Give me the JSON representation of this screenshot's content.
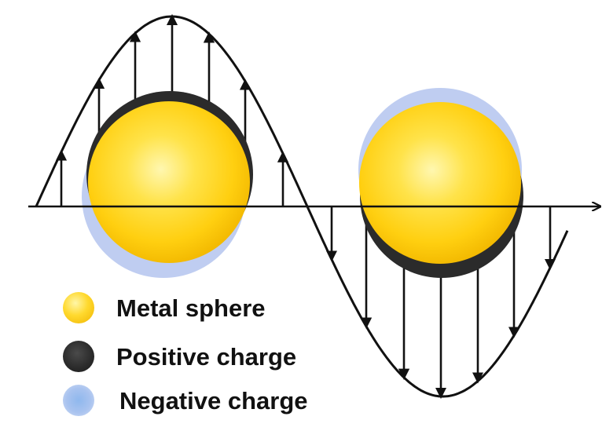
{
  "diagram": {
    "wave_color": "#111111",
    "axis_color": "#111111",
    "arrow_color": "#111111",
    "metal_color": "#ffd21a",
    "positive_charge_color": "#2b2b2b",
    "negative_charge_color": "#b4c4ee",
    "field_vectors": {
      "note_positive_half": "upward",
      "note_negative_half": "downward"
    }
  },
  "legend": {
    "items": [
      {
        "label": "Metal sphere",
        "swatch": "metal-sphere-icon"
      },
      {
        "label": "Positive charge",
        "swatch": "positive-charge-icon"
      },
      {
        "label": "Negative charge",
        "swatch": "negative-charge-icon"
      }
    ]
  }
}
